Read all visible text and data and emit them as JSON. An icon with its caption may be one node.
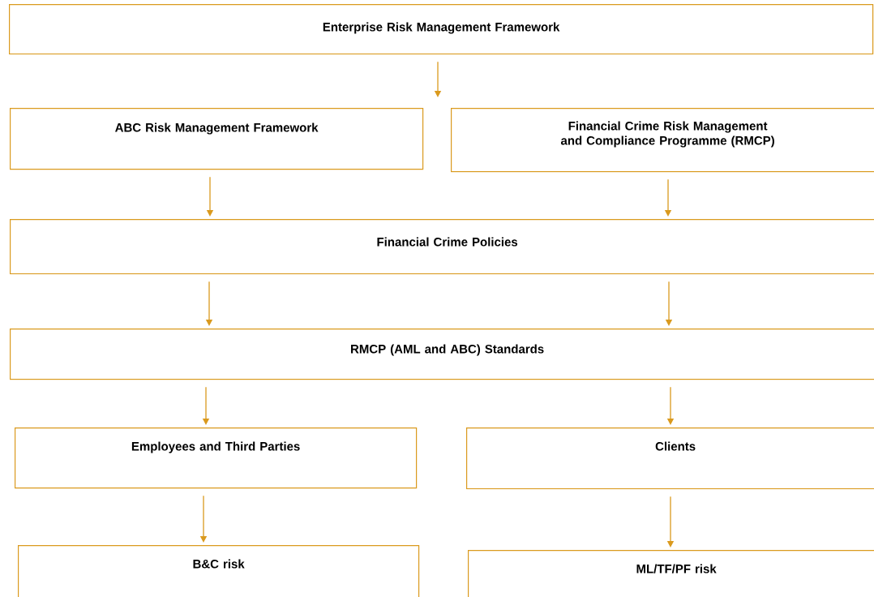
{
  "diagram": {
    "nodes": [
      {
        "text": [
          "Enterprise Risk Management Framework"
        ]
      },
      {
        "text": [
          "ABC Risk Management Framework"
        ]
      },
      {
        "text": [
          "Financial Crime Risk Management and Compliance Programme (RMCP)"
        ]
      },
      {
        "text": [
          "Financial Crime Policies"
        ]
      },
      {
        "text": [
          "RMCP (AML and ABC) Standards"
        ]
      },
      {
        "text": [
          "Employees and Third Parties"
        ]
      },
      {
        "text": [
          "Clients"
        ]
      },
      {
        "text": [
          "B&C risk"
        ]
      },
      {
        "text": [
          "ML/TF/PF risk"
        ]
      }
    ],
    "edges": [
      {
        "from": 0,
        "to": null,
        "arrow": "to"
      },
      {
        "from": 1,
        "to": 3,
        "arrow": "to"
      },
      {
        "from": 2,
        "to": 3,
        "arrow": "to"
      },
      {
        "from": 3,
        "to": 4,
        "arrow": "to"
      },
      {
        "from": 3,
        "to": 4,
        "arrow": "to"
      },
      {
        "from": 4,
        "to": 5,
        "arrow": "to"
      },
      {
        "from": 4,
        "to": 6,
        "arrow": "to"
      },
      {
        "from": 5,
        "to": 7,
        "arrow": "to"
      },
      {
        "from": 6,
        "to": 8,
        "arrow": "to"
      }
    ]
  }
}
